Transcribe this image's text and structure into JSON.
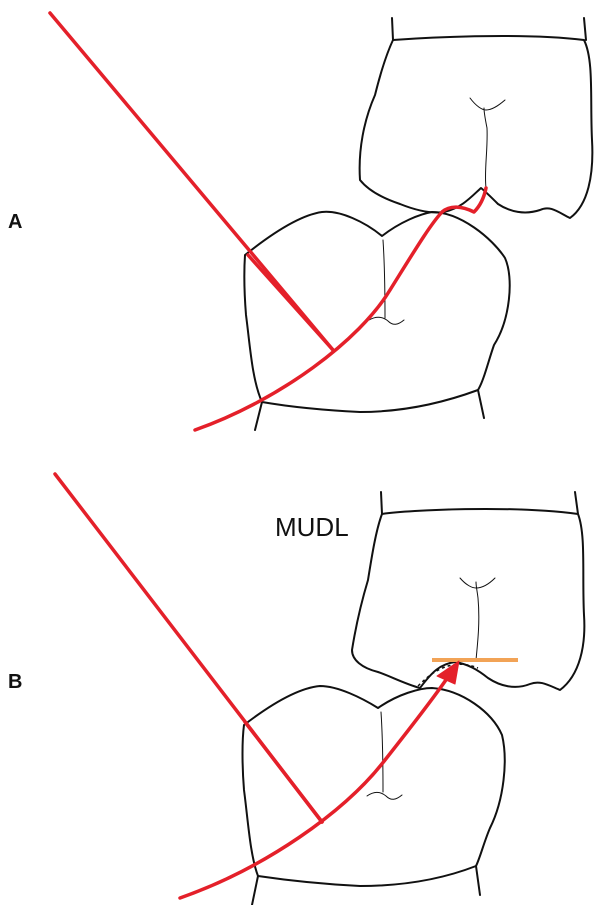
{
  "panels": [
    {
      "letter": "A"
    },
    {
      "letter": "B",
      "annotation": "MUDL"
    }
  ],
  "colors": {
    "line_red": "#e4202a",
    "plane_orange": "#f2a356",
    "outline": "#111111"
  }
}
